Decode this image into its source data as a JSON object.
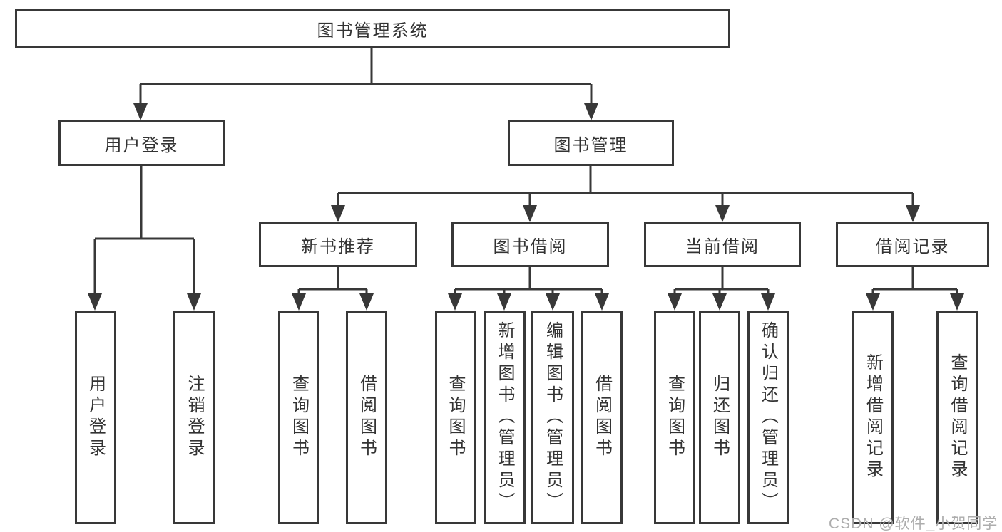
{
  "diagram": {
    "watermark": "CSDN @软件_小贺同学",
    "colors": {
      "line": "#383838",
      "box_border": "#383838",
      "box_fill": "#ffffff",
      "text": "#333333",
      "watermark": "#adadad",
      "background": "#ffffff"
    },
    "tree": {
      "label": "图书管理系统",
      "children": [
        {
          "label": "用户登录",
          "children": [
            {
              "label": "用户登录"
            },
            {
              "label": "注销登录"
            }
          ]
        },
        {
          "label": "图书管理",
          "children": [
            {
              "label": "新书推荐",
              "children": [
                {
                  "label": "查询图书"
                },
                {
                  "label": "借阅图书"
                }
              ]
            },
            {
              "label": "图书借阅",
              "children": [
                {
                  "label": "查询图书"
                },
                {
                  "label": "新增图书（管理员）"
                },
                {
                  "label": "编辑图书（管理员）"
                },
                {
                  "label": "借阅图书"
                }
              ]
            },
            {
              "label": "当前借阅",
              "children": [
                {
                  "label": "查询图书"
                },
                {
                  "label": "归还图书"
                },
                {
                  "label": "确认归还（管理员）"
                }
              ]
            },
            {
              "label": "借阅记录",
              "children": [
                {
                  "label": "新增借阅记录"
                },
                {
                  "label": "查询借阅记录"
                }
              ]
            }
          ]
        }
      ]
    }
  }
}
